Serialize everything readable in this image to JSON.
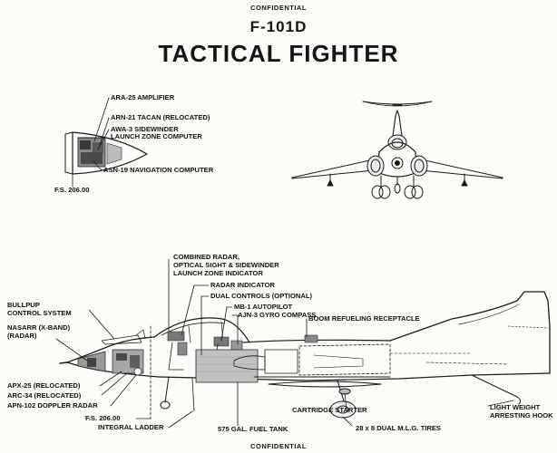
{
  "header": {
    "classification_top": "CONFIDENTIAL",
    "title": "F-101D",
    "subtitle": "TACTICAL FIGHTER",
    "classification_bottom": "CONFIDENTIAL"
  },
  "nose_inset": {
    "labels": {
      "ara25": "ARA-25 AMPLIFIER",
      "arn21": "ARN-21 TACAN (RELOCATED)",
      "awa3_1": "AWA-3 SIDEWINDER",
      "awa3_2": "LAUNCH ZONE COMPUTER",
      "asn19": "ASN-19 NAVIGATION COMPUTER",
      "fs": "F.S. 206.00"
    }
  },
  "side_view": {
    "labels": {
      "combined1": "COMBINED RADAR,",
      "combined2": "OPTICAL SIGHT & SIDEWINDER",
      "combined3": "LAUNCH ZONE INDICATOR",
      "radar_indicator": "RADAR INDICATOR",
      "dual_controls": "DUAL CONTROLS (OPTIONAL)",
      "mb1": "MB-1 AUTOPILOT",
      "ajn3": "AJN-3 GYRO COMPASS",
      "boom": "BOOM REFUELING RECEPTACLE",
      "bullpup1": "BULLPUP",
      "bullpup2": "CONTROL SYSTEM",
      "nasarr1": "NASARR (X-BAND)",
      "nasarr2": "(RADAR)",
      "apx25": "APX-25 (RELOCATED)",
      "arc34": "ARC-34 (RELOCATED)",
      "apn102": "APN-102 DOPPLER RADAR",
      "fs": "F.S. 206.00",
      "ladder": "INTEGRAL LADDER",
      "tank": "575 GAL. FUEL TANK",
      "starter": "CARTRIDGE STARTER",
      "tires": "28 x 8 DUAL M.L.G. TIRES",
      "hook1": "LIGHT WEIGHT",
      "hook2": "ARRESTING HOOK"
    }
  }
}
